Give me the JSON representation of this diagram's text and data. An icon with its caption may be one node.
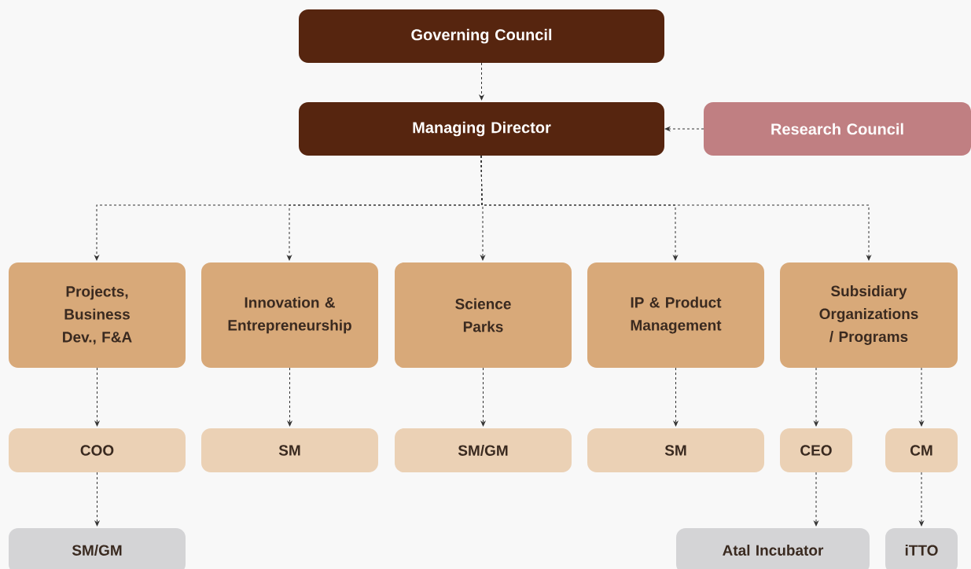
{
  "diagram": {
    "nodes": [
      {
        "text": [
          "Governing Council"
        ]
      },
      {
        "text": [
          "Managing Director"
        ]
      },
      {
        "text": [
          "Research Council"
        ]
      },
      {
        "text": [
          "Projects, Business Dev., F&A"
        ]
      },
      {
        "text": [
          "Innovation & Entrepreneurship"
        ]
      },
      {
        "text": [
          "Science Parks"
        ]
      },
      {
        "text": [
          "IP & Product Management"
        ]
      },
      {
        "text": [
          "Subsidiary Organizations / Programs"
        ]
      },
      {
        "text": [
          "COO"
        ]
      },
      {
        "text": [
          "SM"
        ]
      },
      {
        "text": [
          "SM/GM"
        ]
      },
      {
        "text": [
          "SM"
        ]
      },
      {
        "text": [
          "CEO"
        ]
      },
      {
        "text": [
          "CM"
        ]
      },
      {
        "text": [
          "SM/GM"
        ]
      },
      {
        "text": [
          "Atal Incubator"
        ]
      },
      {
        "text": [
          "iTTO"
        ]
      }
    ],
    "edges": [
      {
        "from": 0,
        "to": 1,
        "arrow": "to",
        "style": "dashed"
      },
      {
        "from": 2,
        "to": 1,
        "arrow": "to",
        "style": "dashed"
      },
      {
        "from": 1,
        "to": 3,
        "arrow": "to",
        "style": "dashed"
      },
      {
        "from": 1,
        "to": 4,
        "arrow": "to",
        "style": "dashed"
      },
      {
        "from": 1,
        "to": 5,
        "arrow": "to",
        "style": "dashed"
      },
      {
        "from": 1,
        "to": 6,
        "arrow": "to",
        "style": "dashed"
      },
      {
        "from": 1,
        "to": 7,
        "arrow": "to",
        "style": "dashed"
      },
      {
        "from": 3,
        "to": 8,
        "arrow": "to",
        "style": "dashed"
      },
      {
        "from": 4,
        "to": 9,
        "arrow": "to",
        "style": "dashed"
      },
      {
        "from": 5,
        "to": 10,
        "arrow": "to",
        "style": "dashed"
      },
      {
        "from": 6,
        "to": 11,
        "arrow": "to",
        "style": "dashed"
      },
      {
        "from": 7,
        "to": 12,
        "arrow": "to",
        "style": "dashed"
      },
      {
        "from": 7,
        "to": 13,
        "arrow": "to",
        "style": "dashed"
      },
      {
        "from": 8,
        "to": 14,
        "arrow": "to",
        "style": "dashed"
      },
      {
        "from": 12,
        "to": 15,
        "arrow": "to",
        "style": "dashed"
      },
      {
        "from": 13,
        "to": 16,
        "arrow": "to",
        "style": "dashed"
      }
    ]
  }
}
